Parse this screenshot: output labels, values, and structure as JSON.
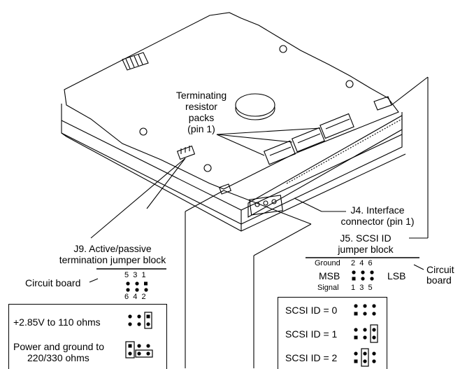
{
  "labels": {
    "terminating_resistor": "Terminating\nresistor\npacks\n(pin 1)",
    "j4": "J4. Interface",
    "j4_sub": "connector (pin 1)",
    "j5": "J5. SCSI ID",
    "j5_sub": "jumper block",
    "j9": "J9. Active/passive",
    "j9_sub": "termination jumper block",
    "circuit_board_left": "Circuit board",
    "circuit_board_right_1": "Circuit",
    "circuit_board_right_2": "board",
    "ground": "Ground",
    "msb": "MSB",
    "signal": "Signal",
    "lsb": "LSB",
    "j9_top_pins": "5  3  1",
    "j9_bottom_pins": "6  4  2",
    "j5_top_pins": "2  4  6",
    "j5_bottom_pins": "1  3  5"
  },
  "termination_options": [
    {
      "label": "+2.85V to 110 ohms"
    },
    {
      "label_1": "Power and ground to",
      "label_2": "220/330 ohms"
    }
  ],
  "scsi_ids": [
    {
      "label": "SCSI ID = 0"
    },
    {
      "label": "SCSI ID = 1"
    },
    {
      "label": "SCSI ID = 2"
    }
  ]
}
